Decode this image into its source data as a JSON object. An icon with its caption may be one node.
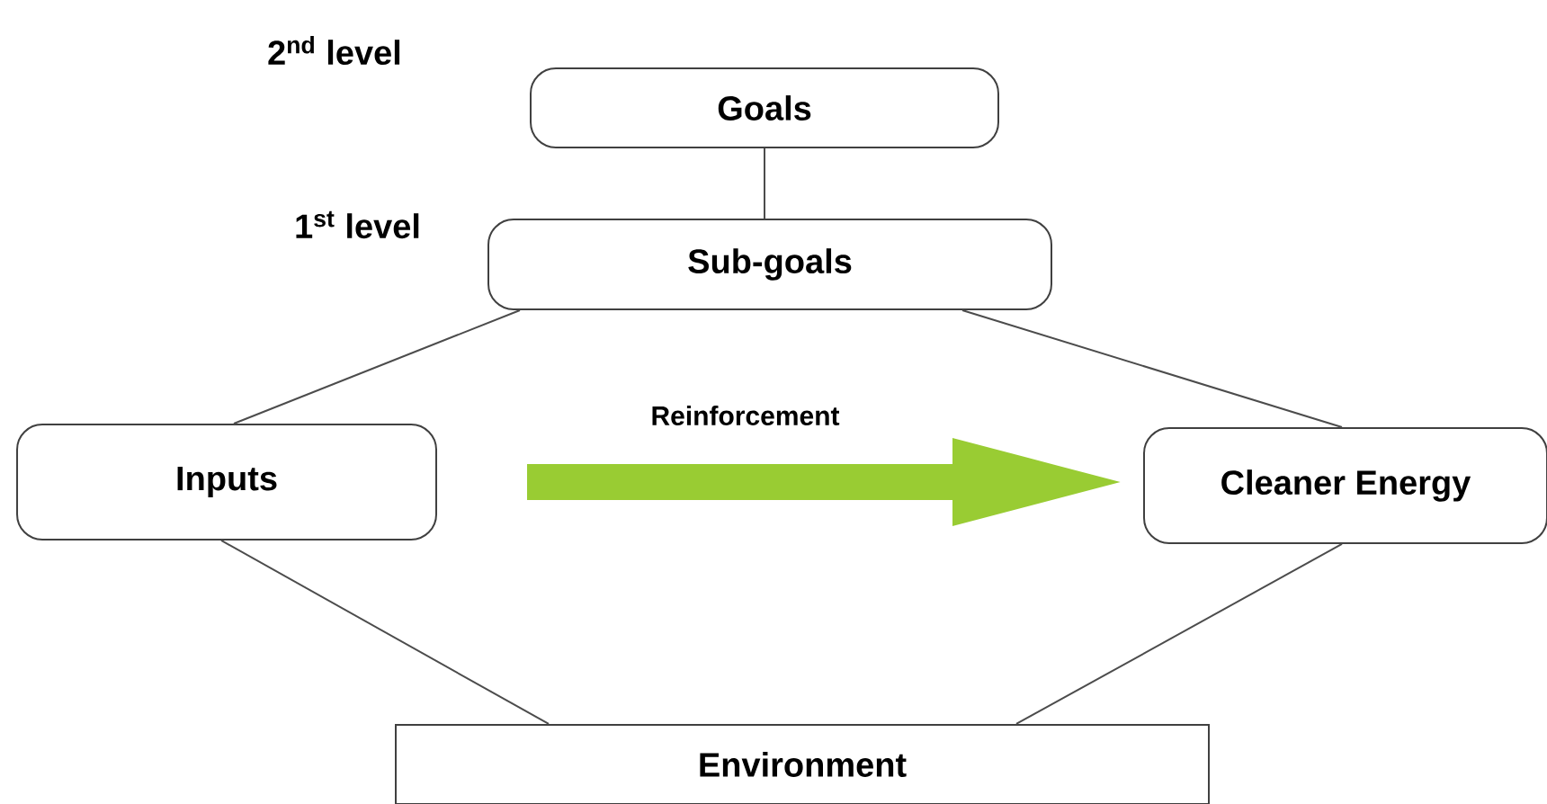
{
  "diagram": {
    "nodes": [
      {
        "text": [
          "Goals"
        ]
      },
      {
        "text": [
          "Sub-goals"
        ]
      },
      {
        "text": [
          "Inputs"
        ]
      },
      {
        "text": [
          "Cleaner Energy"
        ]
      },
      {
        "text": [
          "Environment"
        ]
      }
    ],
    "edges": [
      {
        "from": 0,
        "to": 1,
        "arrow": "none"
      },
      {
        "from": 1,
        "to": 2,
        "arrow": "none"
      },
      {
        "from": 1,
        "to": 3,
        "arrow": "none"
      },
      {
        "from": 2,
        "to": 4,
        "arrow": "none"
      },
      {
        "from": 3,
        "to": 4,
        "arrow": "none"
      },
      {
        "from": 2,
        "to": 3,
        "arrow": "to",
        "label": "Reinforcement",
        "style": "thick",
        "color": "#99cc33"
      }
    ],
    "labels": [
      "2$^{nd}$ level",
      "1$^{st}$ level"
    ]
  }
}
